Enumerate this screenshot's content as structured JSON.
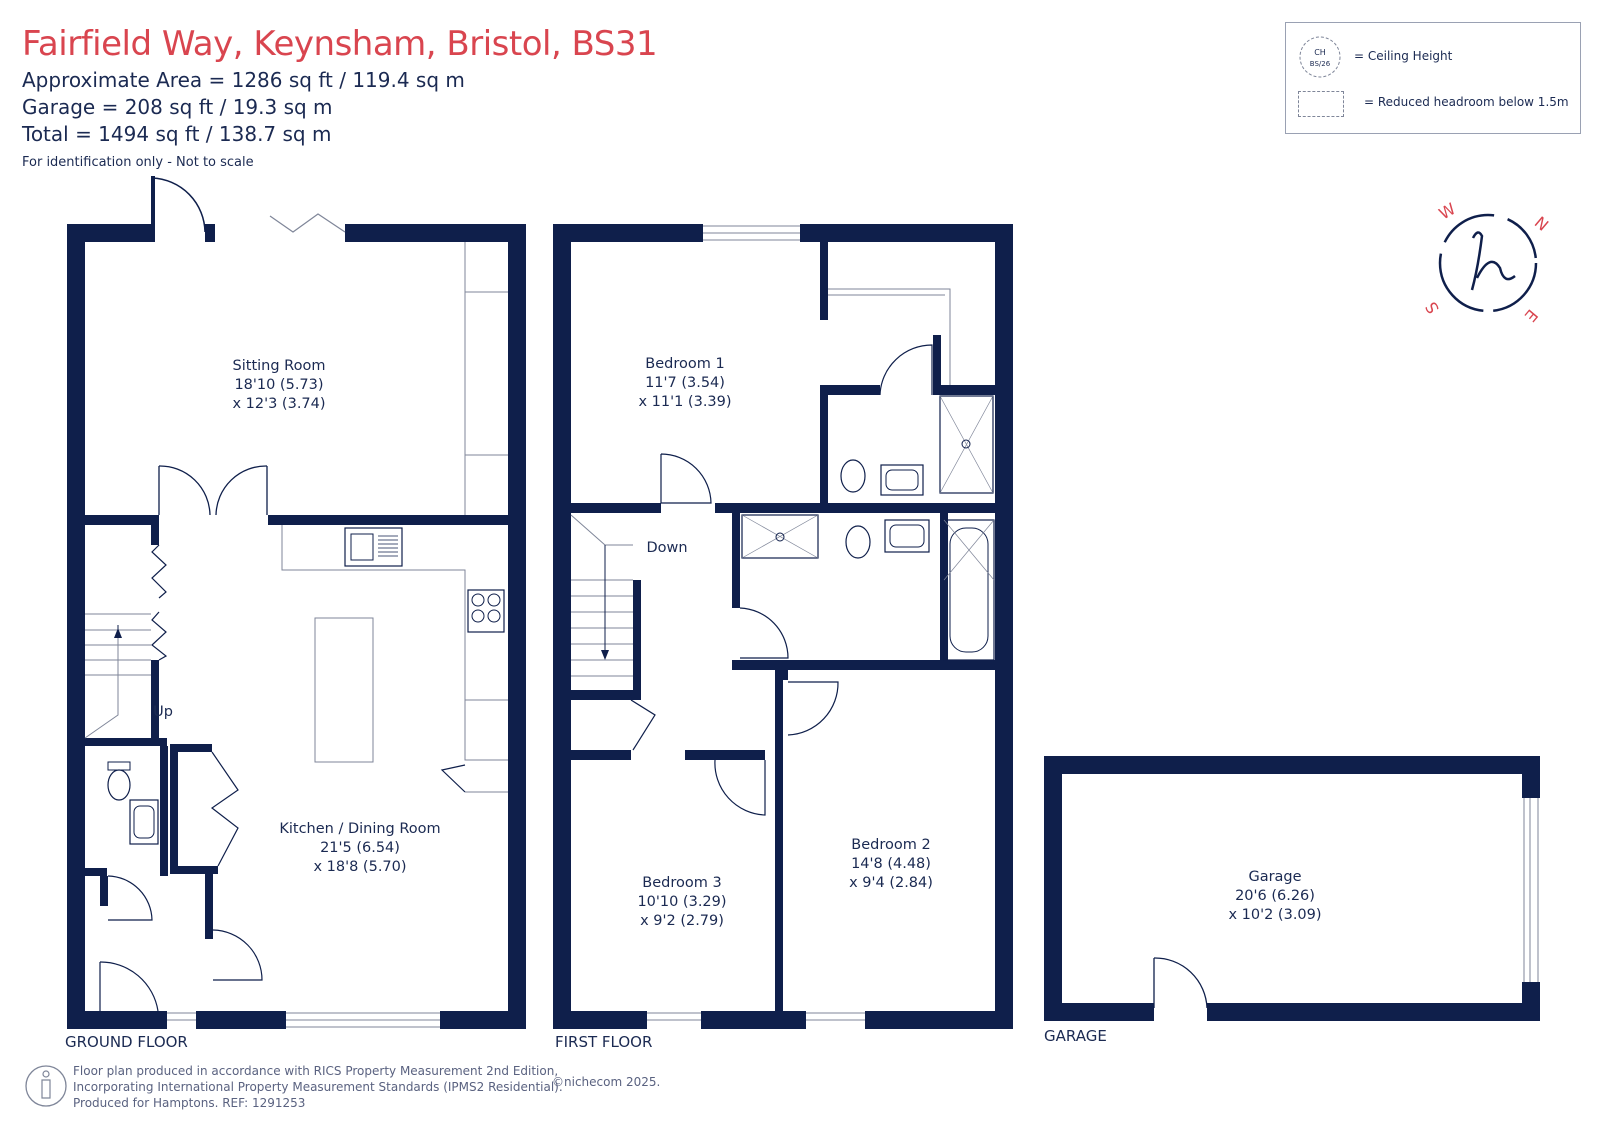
{
  "header": {
    "title": "Fairfield Way, Keynsham, Bristol, BS31",
    "approximate_area": "Approximate Area = 1286 sq ft / 119.4 sq m",
    "garage_area": "Garage = 208 sq ft / 19.3 sq m",
    "total_area": "Total = 1494 sq ft / 138.7 sq m",
    "note": "For identification only - Not to scale"
  },
  "legend": {
    "ceiling_symbol_line1": "CH",
    "ceiling_symbol_line2": "BS/26",
    "ceiling_height": "= Ceiling Height",
    "reduced_headroom": "= Reduced headroom below 1.5m"
  },
  "compass": {
    "w": "W",
    "n": "N",
    "s": "S",
    "e": "E"
  },
  "rooms": {
    "sitting_room": {
      "name": "Sitting Room",
      "dim1": "18'10 (5.73)",
      "dim2": "x 12'3 (3.74)"
    },
    "kitchen": {
      "name": "Kitchen / Dining Room",
      "dim1": "21'5 (6.54)",
      "dim2": "x 18'8 (5.70)"
    },
    "bedroom1": {
      "name": "Bedroom 1",
      "dim1": "11'7 (3.54)",
      "dim2": "x 11'1 (3.39)"
    },
    "bedroom2": {
      "name": "Bedroom 2",
      "dim1": "14'8 (4.48)",
      "dim2": "x 9'4 (2.84)"
    },
    "bedroom3": {
      "name": "Bedroom 3",
      "dim1": "10'10 (3.29)",
      "dim2": "x 9'2 (2.79)"
    },
    "garage": {
      "name": "Garage",
      "dim1": "20'6 (6.26)",
      "dim2": "x 10'2 (3.09)"
    }
  },
  "stairs": {
    "up": "Up",
    "down": "Down"
  },
  "floors": {
    "ground": "GROUND FLOOR",
    "first": "FIRST FLOOR",
    "garage": "GARAGE"
  },
  "footer": {
    "line1": "Floor plan produced in accordance with RICS Property Measurement 2nd Edition,",
    "line2": "Incorporating International Property Measurement Standards (IPMS2 Residential).",
    "line3": "Produced for Hamptons.   REF:  1291253",
    "copyright": "©nichecom 2025."
  },
  "colors": {
    "wall": "#0f1f4b",
    "title": "#d9454f",
    "text": "#1b2a52",
    "fixture": "#7f8699"
  }
}
